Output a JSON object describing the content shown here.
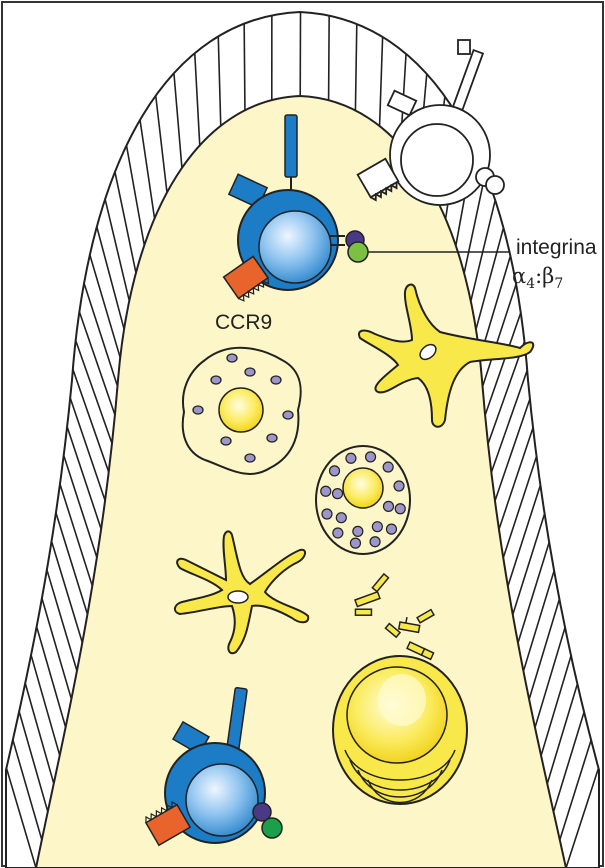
{
  "labels": {
    "ccr9": "CCR9",
    "integrina": "integrina",
    "alpha4_beta7": "α4:β7"
  },
  "colors": {
    "lamina_propria": "#fdf6c8",
    "epithelium_fill": "#ffffff",
    "outline": "#222222",
    "lymphocyte_blue": "#1c7cc6",
    "nucleus_light": "#d6eaff",
    "ccr9_orange": "#e8642c",
    "integrin_green": "#7cc043",
    "integrin_purple": "#4a3a86",
    "yellow_cell": "#f8e84a",
    "granule_purple": "#9d96c9"
  },
  "icons": [
    "lymphocyte-icon",
    "macrophage-icon",
    "dendritic-cell-icon",
    "mast-cell-icon",
    "plasma-cell-icon",
    "antibody-icon"
  ]
}
